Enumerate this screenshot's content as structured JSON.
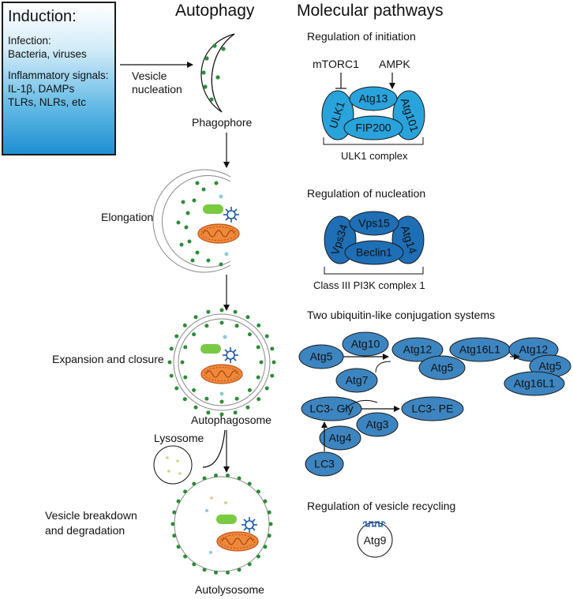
{
  "induction": {
    "title": "Induction:",
    "infection_heading": "Infection:",
    "infection_items": "Bacteria, viruses",
    "inflammatory_heading": "Inflammatory signals:",
    "inflammatory_line1": "IL-1β, DAMPs",
    "inflammatory_line2": "TLRs, NLRs, etc"
  },
  "headers": {
    "autophagy": "Autophagy",
    "molecular": "Molecular pathways"
  },
  "stages": {
    "vesicle_nucleation_1": "Vesicle",
    "vesicle_nucleation_2": "nucleation",
    "phagophore": "Phagophore",
    "elongation": "Elongation",
    "expansion": "Expansion and closure",
    "autophagosome": "Autophagosome",
    "lysosome": "Lysosome",
    "breakdown_1": "Vesicle breakdown",
    "breakdown_2": "and degradation",
    "autolysosome": "Autolysosome"
  },
  "pathways": {
    "initiation": {
      "title": "Regulation of initiation",
      "mtorc1": "mTORC1",
      "ampk": "AMPK",
      "ulk1": "ULK1",
      "atg13": "Atg13",
      "atg101": "Atg101",
      "fip200": "FIP200",
      "complex": "ULK1 complex"
    },
    "nucleation": {
      "title": "Regulation of nucleation",
      "vps34": "Vps34",
      "vps15": "Vps15",
      "atg14": "Atg14",
      "beclin1": "Beclin1",
      "complex": "Class III PI3K complex 1"
    },
    "conjugation": {
      "title": "Two ubiquitin-like conjugation systems",
      "atg5": "Atg5",
      "atg10": "Atg10",
      "atg12": "Atg12",
      "atg5b": "Atg5",
      "atg16l1": "Atg16L1",
      "atg12c": "Atg12",
      "atg5c": "Atg5",
      "atg16l1c": "Atg16L1",
      "atg7": "Atg7",
      "lc3gly": "LC3- Gly",
      "atg3": "Atg3",
      "lc3pe": "LC3- PE",
      "atg4": "Atg4",
      "lc3": "LC3"
    },
    "recycling": {
      "title": "Regulation of vesicle recycling",
      "atg9": "Atg9"
    }
  },
  "colors": {
    "ulk_blue": "#29a3dc",
    "pi3k_blue": "#1e6fb5",
    "conj_blue": "#3d85c0",
    "membrane_green": "#2e8b3a",
    "mito_orange": "#f0883a",
    "bacteria_green": "#7ac943",
    "virus_blue": "#1f5aa6"
  }
}
